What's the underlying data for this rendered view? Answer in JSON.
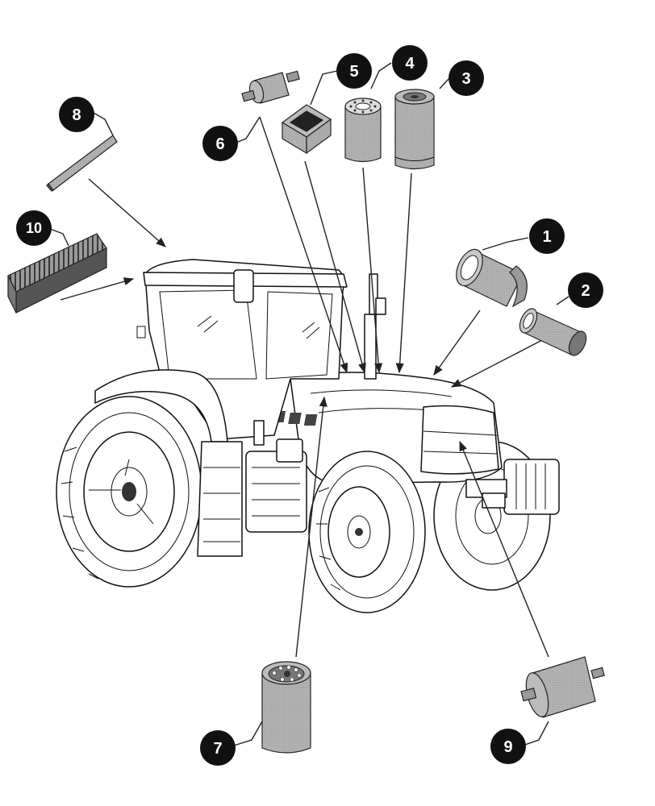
{
  "diagram": {
    "callouts": [
      "1",
      "2",
      "3",
      "4",
      "5",
      "6",
      "7",
      "8",
      "9",
      "10"
    ],
    "colors": {
      "badge": "#111111",
      "badge_text": "#ffffff",
      "part_fill": "#a8a8a8",
      "part_dark": "#6e6e6e",
      "line": "#222222"
    },
    "parts": [
      {
        "id": "1",
        "shape": "air-filter-outer"
      },
      {
        "id": "2",
        "shape": "air-filter-inner"
      },
      {
        "id": "3",
        "shape": "engine-oil-filter"
      },
      {
        "id": "4",
        "shape": "fuel-filter"
      },
      {
        "id": "5",
        "shape": "box-filter"
      },
      {
        "id": "6",
        "shape": "inline-fuel-filter"
      },
      {
        "id": "7",
        "shape": "hydraulic-filter"
      },
      {
        "id": "8",
        "shape": "cab-panel-filter"
      },
      {
        "id": "9",
        "shape": "inline-filter"
      },
      {
        "id": "10",
        "shape": "cab-pleated-filter"
      }
    ]
  }
}
